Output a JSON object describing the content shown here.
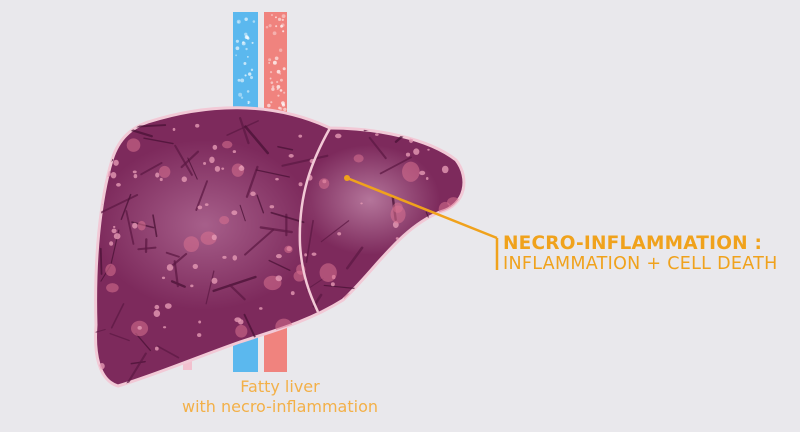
{
  "diagram": {
    "callout": {
      "title": "NECRO-INFLAMMATION :",
      "subtitle": "INFLAMMATION + CELL DEATH"
    },
    "caption": {
      "line1": "Fatty liver",
      "line2": "with necro-inflammation"
    },
    "colors": {
      "background": "#e9e8ec",
      "liver": "#7d2a5c",
      "liver_outline": "#f2c9d6",
      "fat_spots": "#d9718f",
      "vein_blue": "#5bb8ee",
      "artery_red": "#f0837e",
      "accent": "#f0a21c"
    },
    "icons": [
      "liver-illustration",
      "blood-vessel-blue",
      "blood-vessel-red"
    ]
  }
}
